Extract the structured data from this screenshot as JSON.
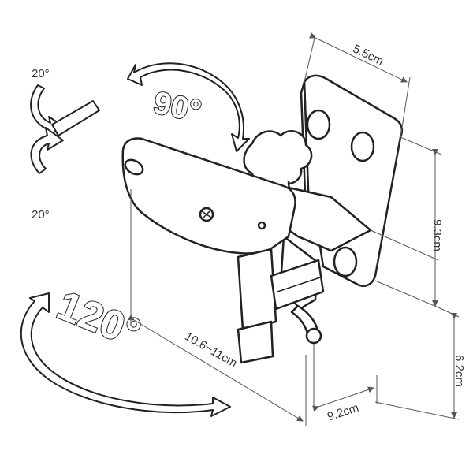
{
  "rotation_labels": {
    "tilt_up": "20°",
    "tilt_down": "20°",
    "swivel": "90°",
    "pan": "120°"
  },
  "dimensions": {
    "top_width": "5.5cm",
    "height_right": "9.3cm",
    "height_lower": "6.2cm",
    "depth_bottom": "9.2cm",
    "plate_length": "10.6~11cm"
  },
  "colors": {
    "line": "#222222",
    "fill": "#ffffff",
    "dim_line": "#555555"
  }
}
